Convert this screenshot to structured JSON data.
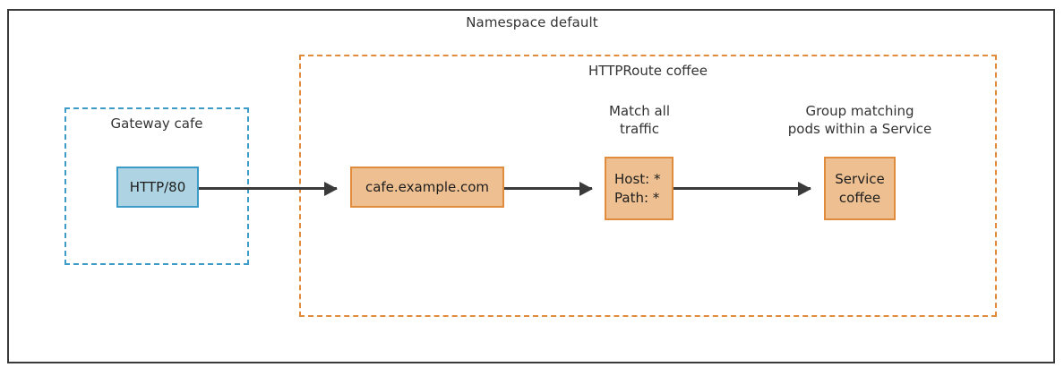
{
  "diagram": {
    "namespace": {
      "title": "Namespace default",
      "border_color": "#3a3a3a"
    },
    "gateway": {
      "title": "Gateway cafe",
      "border_color": "#3d9bc7",
      "listener": {
        "label": "HTTP/80",
        "fill_color": "#aed4e3",
        "border_color": "#3d9bc7"
      }
    },
    "httproute": {
      "title": "HTTPRoute coffee",
      "border_color": "#e08c3c",
      "hostname": {
        "label": "cafe.example.com",
        "fill_color": "#eec091",
        "border_color": "#e08c3c"
      },
      "match": {
        "caption_line1": "Match all",
        "caption_line2": "traffic",
        "rule_line1": "Host: *",
        "rule_line2": "Path: *",
        "fill_color": "#eec091",
        "border_color": "#e08c3c"
      },
      "backend": {
        "caption_line1": "Group matching",
        "caption_line2": "pods within a Service",
        "label_line1": "Service",
        "label_line2": "coffee",
        "fill_color": "#eec091",
        "border_color": "#e08c3c"
      }
    },
    "arrows": [
      {
        "name": "listener-to-hostname",
        "from": "HTTP/80",
        "to": "cafe.example.com"
      },
      {
        "name": "hostname-to-match",
        "from": "cafe.example.com",
        "to": "Host: * / Path: *"
      },
      {
        "name": "match-to-service",
        "from": "Host: * / Path: *",
        "to": "Service coffee"
      }
    ]
  }
}
